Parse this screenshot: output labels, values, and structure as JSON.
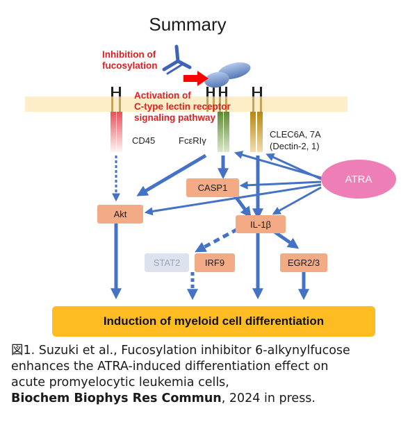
{
  "title": "Summary",
  "inhibition_label": [
    "Inhibition of",
    "fucosylation"
  ],
  "activation_label": [
    "Activation of",
    "C-type lectin receptor",
    "signaling pathway"
  ],
  "receptors": {
    "cd45": "CD45",
    "fceri": "FcεRIγ",
    "clec": [
      "CLEC6A, 7A",
      "(Dectin-2, 1)"
    ]
  },
  "nodes": {
    "atra": "ATRA",
    "casp1": "CASP1",
    "akt": "Akt",
    "il1b": "IL-1β",
    "stat2": "STAT2",
    "irf9": "IRF9",
    "egr": "EGR2/3"
  },
  "outcome": "Induction of myeloid cell differentiation",
  "caption": {
    "line1": "図1. Suzuki et al., Fucosylation inhibitor 6-alkynylfucose",
    "line2": "enhances the ATRA-induced differentiation effect on",
    "line3": "acute promyelocytic leukemia cells,",
    "journal": "Biochem Biophys Res Commun",
    "suffix": ", 2024 in press."
  },
  "colors": {
    "arrow": "#4472c4",
    "membrane": "#fdeec7",
    "inhibit_arrow": "#ff0000",
    "label_red": "#e02020",
    "node": "#f2ab84",
    "atra": "#ee7fb6",
    "outcome": "#ffbb22"
  }
}
